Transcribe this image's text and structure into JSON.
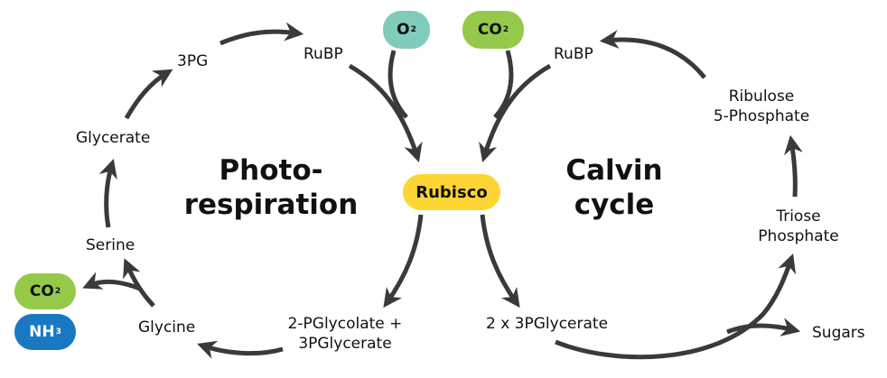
{
  "colors": {
    "arrow": "#3a3a3c",
    "o2": "#80cbbb",
    "co2": "#94c94a",
    "nh3": "#1a78c2",
    "rubisco": "#fcd535",
    "text": "#111111"
  },
  "titles": {
    "photorespiration_line1": "Photo-",
    "photorespiration_line2": "respiration",
    "calvin_line1": "Calvin",
    "calvin_line2": "cycle"
  },
  "enzyme": {
    "rubisco": "Rubisco"
  },
  "molecules": {
    "o2": {
      "base": "O",
      "sub": "2"
    },
    "co2_top": {
      "base": "CO",
      "sub": "2"
    },
    "co2_out": {
      "base": "CO",
      "sub": "2"
    },
    "nh3_out": {
      "base": "NH",
      "sub": "3"
    }
  },
  "photorespiration": {
    "rubp": "RuBP",
    "pg3": "3PG",
    "glycerate": "Glycerate",
    "serine": "Serine",
    "glycine": "Glycine",
    "product_line1": "2-PGlycolate +",
    "product_line2": "3PGlycerate"
  },
  "calvin": {
    "rubp": "RuBP",
    "ribulose_line1": "Ribulose",
    "ribulose_line2": "5-Phosphate",
    "triose_line1": "Triose",
    "triose_line2": "Phosphate",
    "product": "2 x 3PGlycerate",
    "sugars": "Sugars"
  }
}
